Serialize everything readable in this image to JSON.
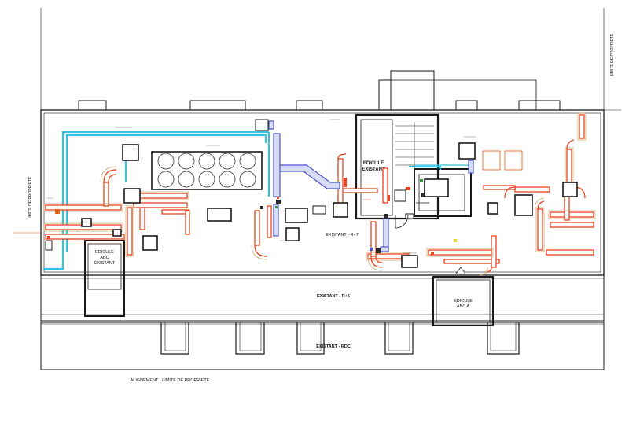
{
  "labels": {
    "limit_top_right": "LIMITE DE PROPRIETE",
    "limit_left": "LIMITE DE PROPRIETE",
    "edicule_existant": [
      "EDICULE",
      "EXISTANT"
    ],
    "edicule_abc_existant": [
      "EDICULE",
      "ABC",
      "EXISTANT"
    ],
    "edicule_abc_a": [
      "EDICULE",
      "ABC A"
    ],
    "existant_r7": "EXISTANT - R+7",
    "existant_r6": "EXISTANT - R+6",
    "existant_rdc": "EXISTANT - RDC",
    "alignement": "ALIGNEMENT - LIMITE DE PROPRIETE"
  },
  "colors": {
    "wall": "#1a1a1a",
    "duct_supply": "#e8431f",
    "duct_insulation": "#c8a060",
    "duct_extract": "#4a55c8",
    "chilled_water": "#34c3e0",
    "equipment": "#2a2a2a"
  },
  "icons": [
    "ventilation-unit",
    "tank-cluster",
    "duct-network"
  ]
}
